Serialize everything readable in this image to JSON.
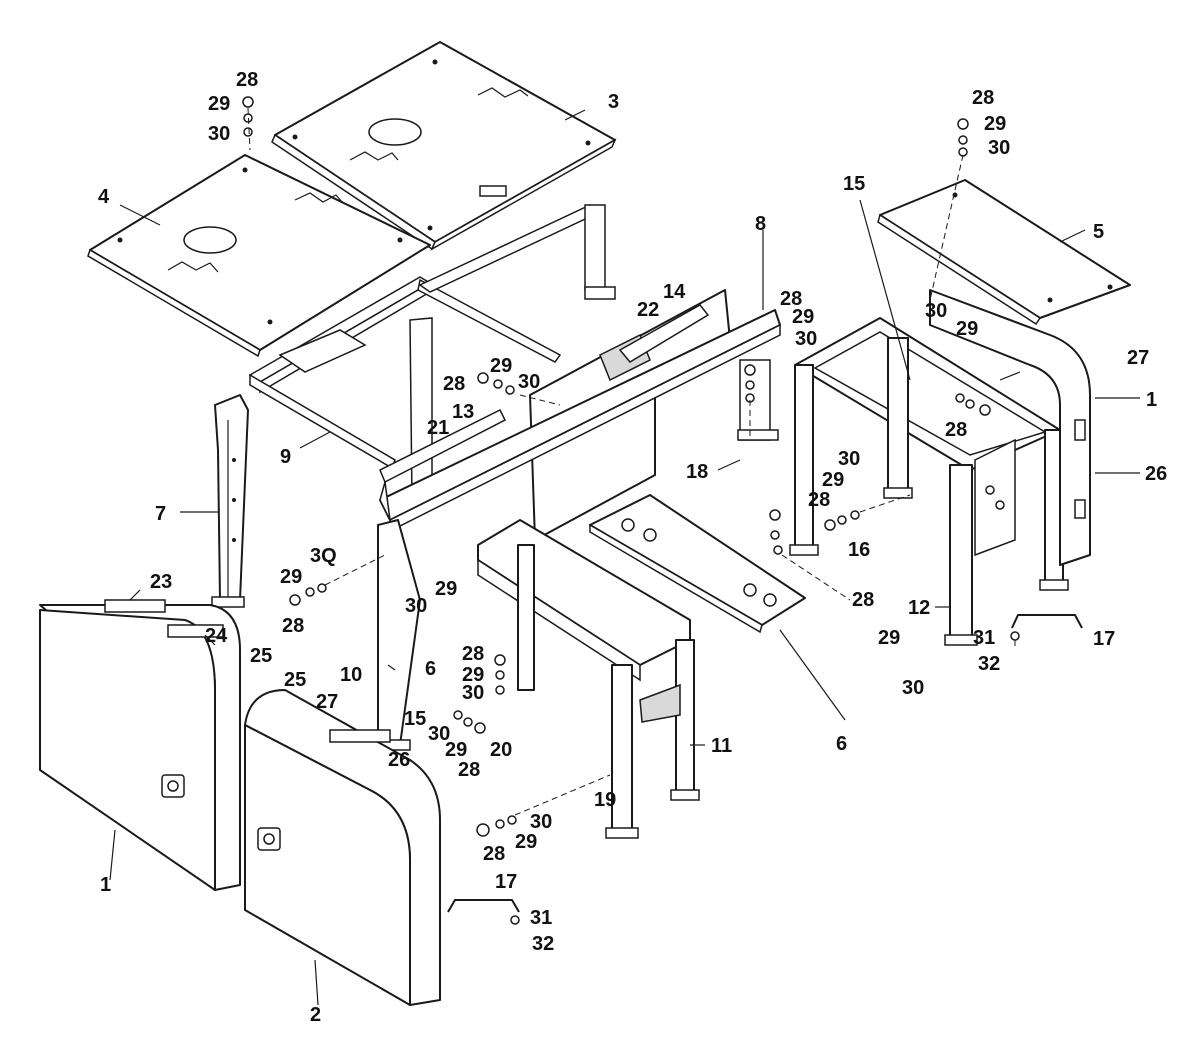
{
  "diagram": {
    "callouts": {
      "c1": "28",
      "c2": "29",
      "c3": "30",
      "c4": "3",
      "c5": "4",
      "c6": "28",
      "c7": "29",
      "c8": "30",
      "c9": "5",
      "c10": "15",
      "c11": "8",
      "c12": "22",
      "c13": "14",
      "c14": "28",
      "c15": "29",
      "c16": "30",
      "c17": "30",
      "c18": "29",
      "c19": "27",
      "c20": "1",
      "c21": "28",
      "c22": "29",
      "c23": "30",
      "c24": "9",
      "c25": "21",
      "c26": "13",
      "c27": "18",
      "c28": "28",
      "c29": "30",
      "c30": "29",
      "c31": "28",
      "c32": "26",
      "c33": "7",
      "c34": "3Q",
      "c35": "29",
      "c36": "28",
      "c37": "29",
      "c38": "30",
      "c39": "16",
      "c40": "28",
      "c41": "12",
      "c42": "17",
      "c43": "31",
      "c44": "32",
      "c45": "29",
      "c46": "30",
      "c47": "23",
      "c48": "24",
      "c49": "25",
      "c50": "10",
      "c51": "6",
      "c52": "28",
      "c53": "29",
      "c54": "30",
      "c55": "25",
      "c56": "27",
      "c57": "15",
      "c58": "30",
      "c59": "29",
      "c60": "26",
      "c61": "28",
      "c62": "20",
      "c63": "6",
      "c64": "11",
      "c65": "19",
      "c66": "30",
      "c67": "28",
      "c68": "29",
      "c69": "1",
      "c70": "17",
      "c71": "31",
      "c72": "32",
      "c73": "2"
    }
  }
}
